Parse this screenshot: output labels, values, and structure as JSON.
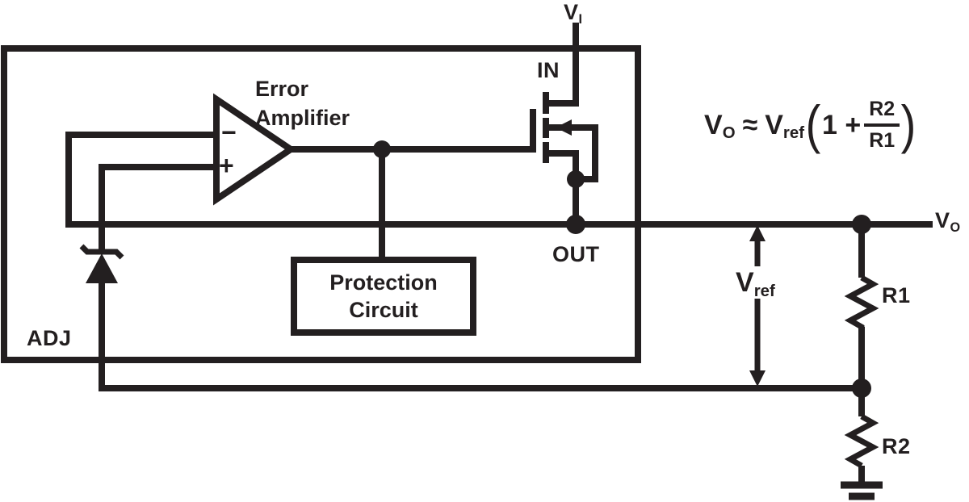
{
  "colors": {
    "ink": "#231F20",
    "background": "#FFFFFF"
  },
  "block": {
    "error_amplifier_line1": "Error",
    "error_amplifier_line2": "Amplifier",
    "protection_line1": "Protection",
    "protection_line2": "Circuit"
  },
  "pins": {
    "in": "IN",
    "out": "OUT",
    "adj": "ADJ"
  },
  "opamp": {
    "minus": "−",
    "plus": "+"
  },
  "nets": {
    "vi": {
      "base": "V",
      "sub": "I"
    },
    "vo": {
      "base": "V",
      "sub": "O"
    },
    "vref": {
      "base": "V",
      "sub": "ref"
    }
  },
  "components": {
    "r1": "R1",
    "r2": "R2"
  },
  "formula": {
    "lhs": "V",
    "lhs_sub": "O",
    "relation": "≈",
    "rhs": "V",
    "rhs_sub": "ref",
    "open_paren": "(",
    "term": "1 +",
    "numerator": "R2",
    "denominator": "R1",
    "close_paren": ")"
  }
}
